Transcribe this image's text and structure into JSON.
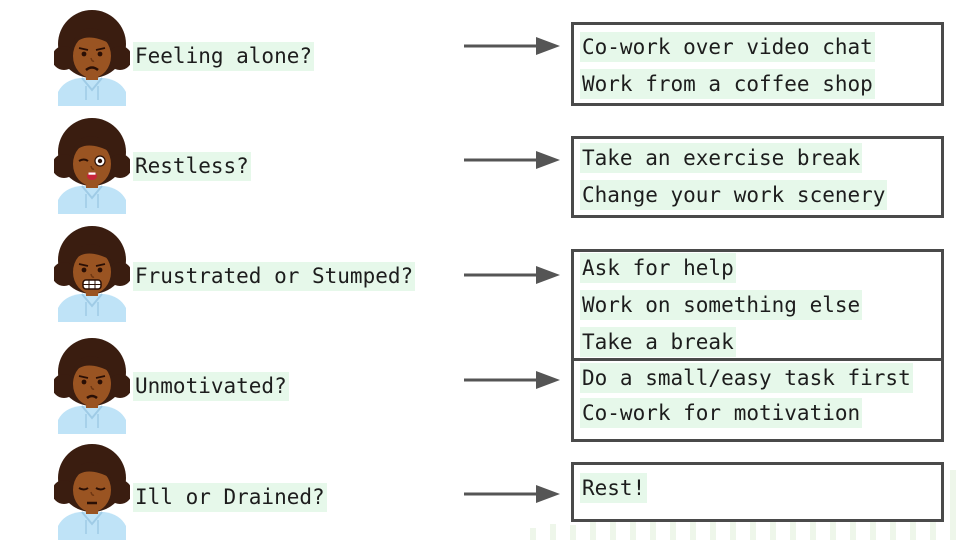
{
  "rows": [
    {
      "question": "Feeling alone?",
      "face": "sad",
      "suggestions": [
        "Co-work over video chat",
        "Work from a coffee shop"
      ]
    },
    {
      "question": "Restless?",
      "face": "winking",
      "suggestions": [
        "Take an exercise break",
        "Change your work scenery"
      ]
    },
    {
      "question": "Frustrated or Stumped?",
      "face": "grimacing",
      "suggestions": [
        "Ask for help",
        "Work on something else",
        "Take a break"
      ]
    },
    {
      "question": "Unmotivated?",
      "face": "frowning",
      "suggestions": [
        "Do a small/easy task first",
        "Co-work for motivation"
      ]
    },
    {
      "question": "Ill or Drained?",
      "face": "tired",
      "suggestions": [
        "Rest!"
      ]
    }
  ],
  "colors": {
    "skin": "#9a5422",
    "hair": "#3a1d10",
    "hoodie": "#bfe3f7",
    "highlight": "#e6f8ea",
    "border": "#4a4a4a",
    "arrow": "#555555"
  }
}
